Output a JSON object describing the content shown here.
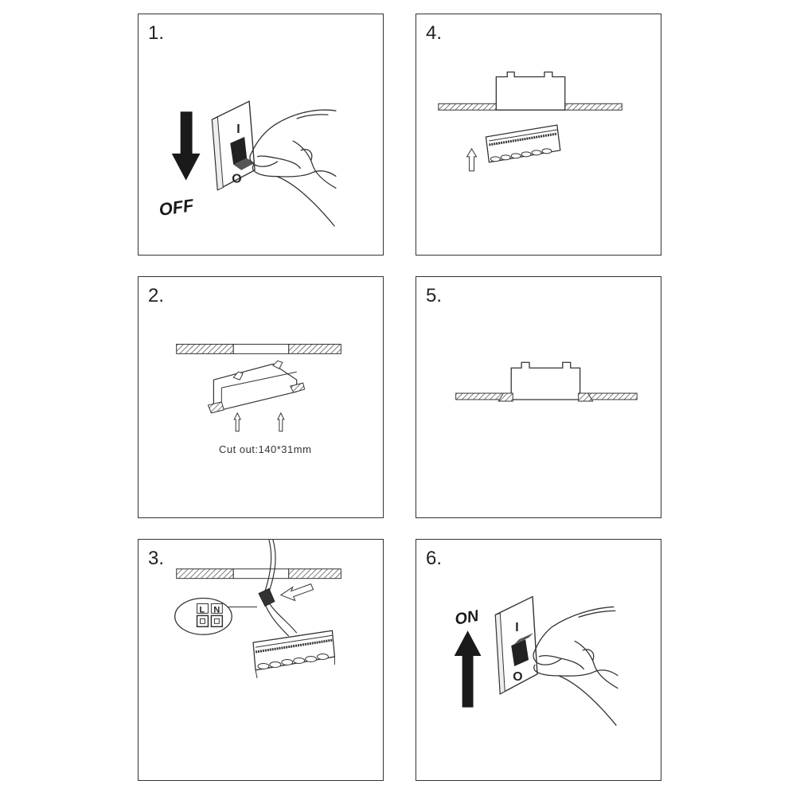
{
  "steps": [
    {
      "number": "1.",
      "switch_label": "OFF",
      "switch_on_mark": "I",
      "switch_off_mark": "O"
    },
    {
      "number": "2.",
      "caption": "Cut out:140*31mm"
    },
    {
      "number": "3.",
      "terminal_l": "L",
      "terminal_n": "N"
    },
    {
      "number": "4."
    },
    {
      "number": "5."
    },
    {
      "number": "6.",
      "switch_label": "ON",
      "switch_on_mark": "I",
      "switch_off_mark": "O"
    }
  ],
  "colors": {
    "line": "#333333",
    "hatch": "#444444",
    "arrow_fill": "#1a1a1a"
  }
}
